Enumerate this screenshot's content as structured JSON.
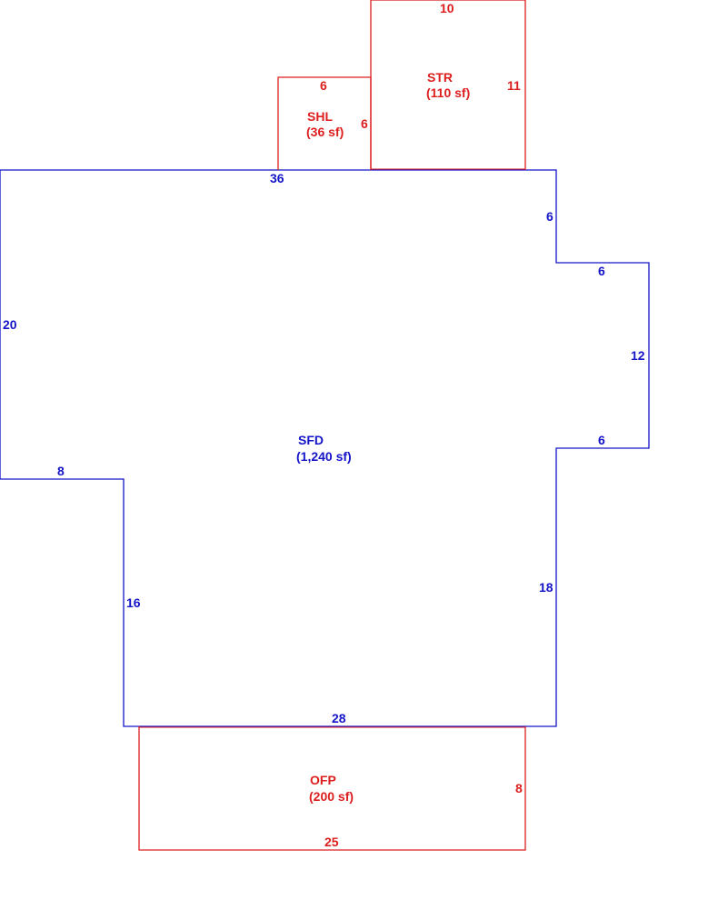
{
  "colors": {
    "main_structure": "#1414c8",
    "additions": "#dc1e1e"
  },
  "sketch": {
    "sfd": {
      "code": "SFD",
      "area": "(1,240 sf)",
      "dims": {
        "top": "36",
        "left_upper": "20",
        "step_left": "8",
        "left_lower": "16",
        "bottom": "28",
        "right_lower": "18",
        "bump_bottom": "6",
        "bump_side": "12",
        "bump_top": "6",
        "right_upper": "6"
      }
    },
    "shl": {
      "code": "SHL",
      "area": "(36 sf)",
      "dims": {
        "top": "6",
        "side": "6"
      }
    },
    "str": {
      "code": "STR",
      "area": "(110 sf)",
      "dims": {
        "top": "10",
        "side": "11"
      }
    },
    "ofp": {
      "code": "OFP",
      "area": "(200 sf)",
      "dims": {
        "side": "8",
        "bottom": "25"
      }
    }
  }
}
